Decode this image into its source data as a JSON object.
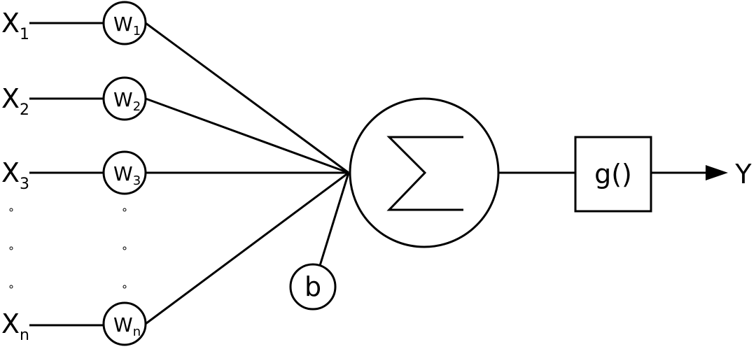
{
  "inputs": [
    {
      "x_base": "X",
      "x_sub": "1",
      "w_base": "W",
      "w_sub": "1"
    },
    {
      "x_base": "X",
      "x_sub": "2",
      "w_base": "W",
      "w_sub": "2"
    },
    {
      "x_base": "X",
      "x_sub": "3",
      "w_base": "W",
      "w_sub": "3"
    },
    {
      "x_base": "X",
      "x_sub": "n",
      "w_base": "W",
      "w_sub": "n"
    }
  ],
  "bias_label": "b",
  "sum_label": "∑",
  "activation_label": "g()",
  "output_label": "Y"
}
